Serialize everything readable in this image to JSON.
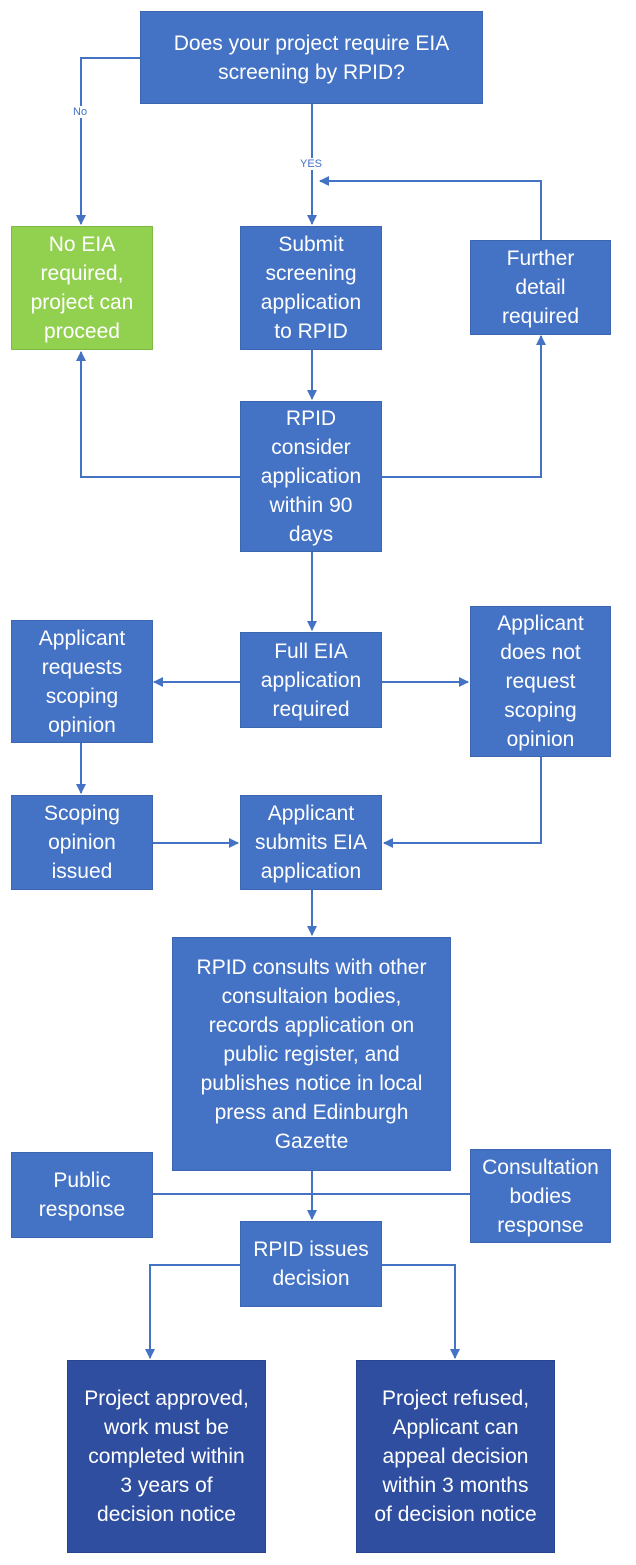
{
  "nodes": {
    "start": "Does your project require  EIA\nscreening by RPID?",
    "no_eia": "No EIA\nrequired,\nproject can\nproceed",
    "submit": "Submit\nscreening\napplication\nto RPID",
    "further": "Further\ndetail\nrequired",
    "consider": "RPID\nconsider\napplication\nwithin 90\ndays",
    "requests": "Applicant\nrequests\nscoping\nopinion",
    "full_eia": "Full EIA\napplication\nrequired",
    "not_request": "Applicant\ndoes not\nrequest\nscoping\nopinion",
    "scoping_issued": "Scoping\nopinion\nissued",
    "submits_eia": "Applicant\nsubmits EIA\napplication",
    "consults": "RPID consults with other\nconsultaion bodies,\nrecords application on\npublic register, and\npublishes notice in local\npress and Edinburgh\nGazette",
    "public": "Public\nresponse",
    "bodies": "Consultation\nbodies\nresponse",
    "decision": "RPID issues\ndecision",
    "approved": "Project approved,\nwork must be\ncompleted within\n3 years of\ndecision notice",
    "refused": "Project refused,\nApplicant can\nappeal decision\nwithin 3 months\nof decision notice"
  },
  "edge_labels": {
    "no": "No",
    "yes": "YES"
  },
  "colors": {
    "box": "#4472c4",
    "green_box": "#92d050",
    "dark_box": "#2f4ea0",
    "connector": "#4472c4"
  }
}
